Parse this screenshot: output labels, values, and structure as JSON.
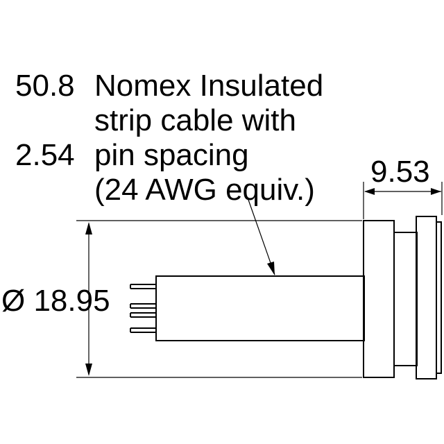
{
  "annotation": {
    "value1": "50.8",
    "line1": "Nomex Insulated",
    "line2": "strip cable with",
    "value2": "2.54",
    "line3": "pin spacing",
    "line4": "(24 AWG equiv.)"
  },
  "dimensions": {
    "length": "9.53",
    "diameter": "Ø 18.95"
  }
}
